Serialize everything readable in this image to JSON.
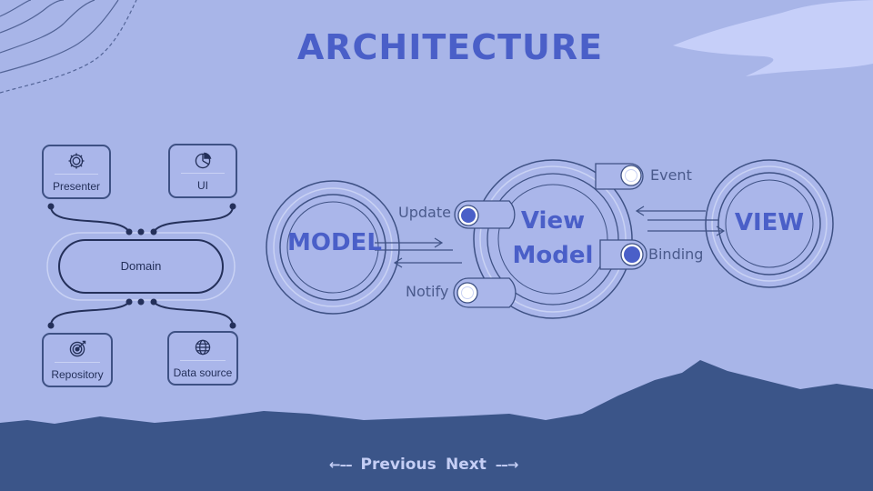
{
  "title": "ARCHITECTURE",
  "layers": {
    "presenter": "Presenter",
    "ui": "UI",
    "domain": "Domain",
    "repository": "Repository",
    "data_source": "Data source"
  },
  "mvvm": {
    "model": "MODEL",
    "view_model_line1": "View",
    "view_model_line2": "Model",
    "view": "VIEW",
    "update": "Update",
    "notify": "Notify",
    "event": "Event",
    "binding": "Binding"
  },
  "nav": {
    "previous": "Previous",
    "next": "Next"
  },
  "colors": {
    "background": "#a8b5e8",
    "accent": "#4a5fc8",
    "ground": "#3b5589",
    "outline": "#3e5184"
  }
}
